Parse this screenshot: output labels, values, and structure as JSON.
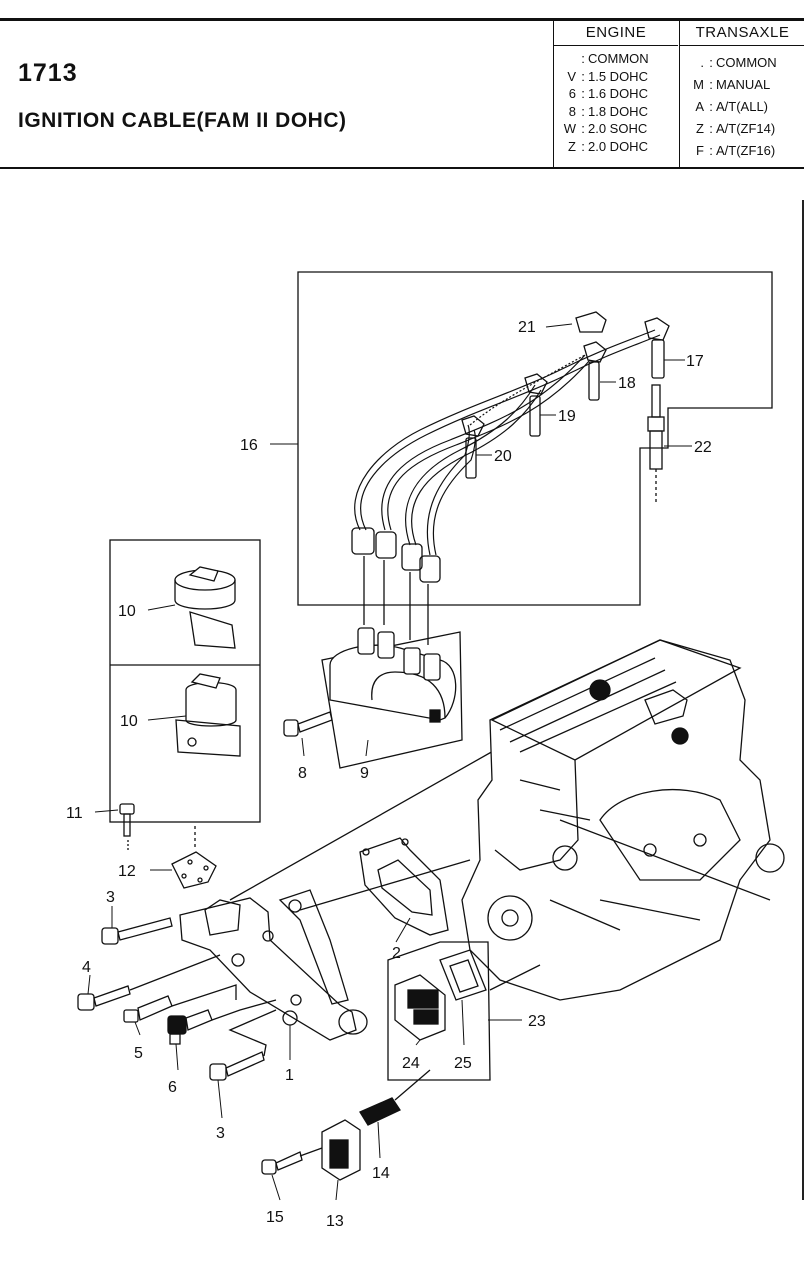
{
  "header": {
    "page_number": "1713",
    "title": "IGNITION CABLE(FAM II DOHC)"
  },
  "engine_legend": {
    "heading": "ENGINE",
    "rows": [
      {
        "code": "",
        "desc": "COMMON"
      },
      {
        "code": "V",
        "desc": "1.5 DOHC"
      },
      {
        "code": "6",
        "desc": "1.6 DOHC"
      },
      {
        "code": "8",
        "desc": "1.8 DOHC"
      },
      {
        "code": "W",
        "desc": "2.0 SOHC"
      },
      {
        "code": "Z",
        "desc": "2.0 DOHC"
      }
    ]
  },
  "transaxle_legend": {
    "heading": "TRANSAXLE",
    "rows": [
      {
        "code": ".",
        "desc": "COMMON"
      },
      {
        "code": "M",
        "desc": "MANUAL"
      },
      {
        "code": "A",
        "desc": "A/T(ALL)"
      },
      {
        "code": "Z",
        "desc": "A/T(ZF14)"
      },
      {
        "code": "F",
        "desc": "A/T(ZF16)"
      }
    ]
  },
  "callouts": {
    "c1": "1",
    "c2": "2",
    "c3a": "3",
    "c3b": "3",
    "c4": "4",
    "c5": "5",
    "c6": "6",
    "c8": "8",
    "c9": "9",
    "c10a": "10",
    "c10b": "10",
    "c11": "11",
    "c12": "12",
    "c13": "13",
    "c14": "14",
    "c15": "15",
    "c16": "16",
    "c17": "17",
    "c18": "18",
    "c19": "19",
    "c20": "20",
    "c21": "21",
    "c22": "22",
    "c23": "23",
    "c24": "24",
    "c25": "25"
  }
}
